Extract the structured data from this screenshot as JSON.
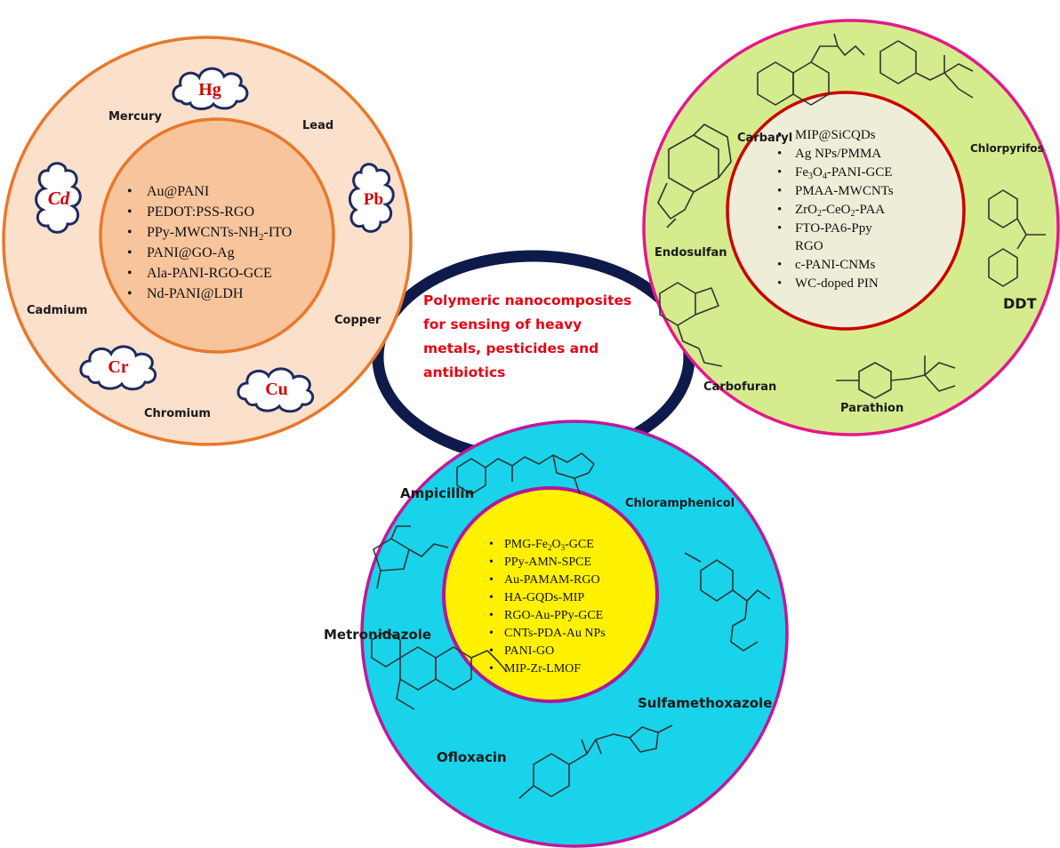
{
  "center_caption": [
    "Polymeric nanocomposites",
    "for sensing of heavy",
    "metals, pesticides and",
    "antibiotics"
  ],
  "heavy_metals": {
    "colors": {
      "outer_fill": "#fbe0cc",
      "outer_stroke": "#e8782a",
      "inner_fill": "#f7c49c",
      "inner_stroke": "#e8782a"
    },
    "clouds": [
      {
        "symbol": "Hg",
        "name": "Mercury"
      },
      {
        "symbol": "Pb",
        "name": "Lead"
      },
      {
        "symbol": "Cd",
        "name": "Cadmium"
      },
      {
        "symbol": "Cr",
        "name": "Chromium"
      },
      {
        "symbol": "Cu",
        "name": "Copper"
      }
    ],
    "names": [
      "Mercury",
      "Lead",
      "Cadmium",
      "Copper",
      "Chromium"
    ],
    "sensors": [
      "Au@PANI",
      "PEDOT:PSS-RGO",
      "PPy-MWCNTs-NH2-ITO",
      "PANI@GO-Ag",
      "Ala-PANI-RGO-GCE",
      "Nd-PANI@LDH"
    ]
  },
  "pesticides": {
    "colors": {
      "outer_fill": "#d4ec8d",
      "outer_stroke": "#e5188c",
      "inner_fill": "#eeeed8",
      "inner_stroke": "#cc0000"
    },
    "names": [
      "Carbaryl",
      "Chlorpyrifos",
      "Endosulfan",
      "DDT",
      "Carbofuran",
      "Parathion"
    ],
    "sensors": [
      "MIP@SiCQDs",
      "Ag NPs/PMMA",
      "Fe3O4-PANI-GCE",
      "PMAA-MWCNTs",
      "ZrO2-CeO2-PAA",
      "FTO-PA6-Ppy",
      "RGO",
      "c-PANI-CNMs",
      "WC-doped PIN"
    ]
  },
  "antibiotics": {
    "colors": {
      "outer_fill": "#19d3ea",
      "outer_stroke": "#c0189a",
      "inner_fill": "#fff100",
      "inner_stroke": "#b0189a"
    },
    "names": [
      "Ampicillin",
      "Chloramphenicol",
      "Metronidazole",
      "Sulfamethoxazole",
      "Ofloxacin"
    ],
    "sensors": [
      "PMG-Fe2O3-GCE",
      "PPy-AMN-SPCE",
      "Au-PAMAM-RGO",
      "HA-GQDs-MIP",
      "RGO-Au-PPy-GCE",
      "CNTs-PDA-Au NPs",
      "PANI-GO",
      "MIP-Zr-LMOF"
    ]
  },
  "connector_ring_color": "#0d1a4a"
}
